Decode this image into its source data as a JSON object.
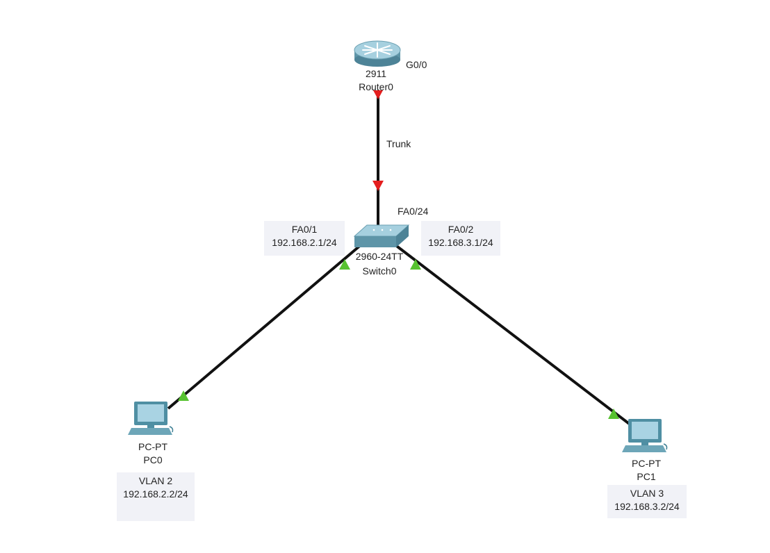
{
  "colors": {
    "link": "#111111",
    "trunk_arrow": "#e41e1e",
    "access_arrow": "#57c230",
    "note_bg": "#f1f2f7"
  },
  "devices": {
    "router": {
      "model": "2911",
      "name": "Router0",
      "port": "G0/0",
      "icon": "router-icon"
    },
    "switch": {
      "model": "2960-24TT",
      "name": "Switch0",
      "port": "FA0/24",
      "icon": "switch-icon"
    },
    "pc0": {
      "model": "PC-PT",
      "name": "PC0",
      "icon": "pc-icon"
    },
    "pc1": {
      "model": "PC-PT",
      "name": "PC1",
      "icon": "pc-icon"
    }
  },
  "links": {
    "trunk": {
      "label": "Trunk"
    }
  },
  "notes": {
    "fa01": {
      "line1": "FA0/1",
      "line2": "192.168.2.1/24"
    },
    "fa02": {
      "line1": "FA0/2",
      "line2": "192.168.3.1/24"
    },
    "pc0": {
      "line1": "VLAN 2",
      "line2": "192.168.2.2/24"
    },
    "pc1": {
      "line1": "VLAN 3",
      "line2": "192.168.3.2/24"
    }
  }
}
